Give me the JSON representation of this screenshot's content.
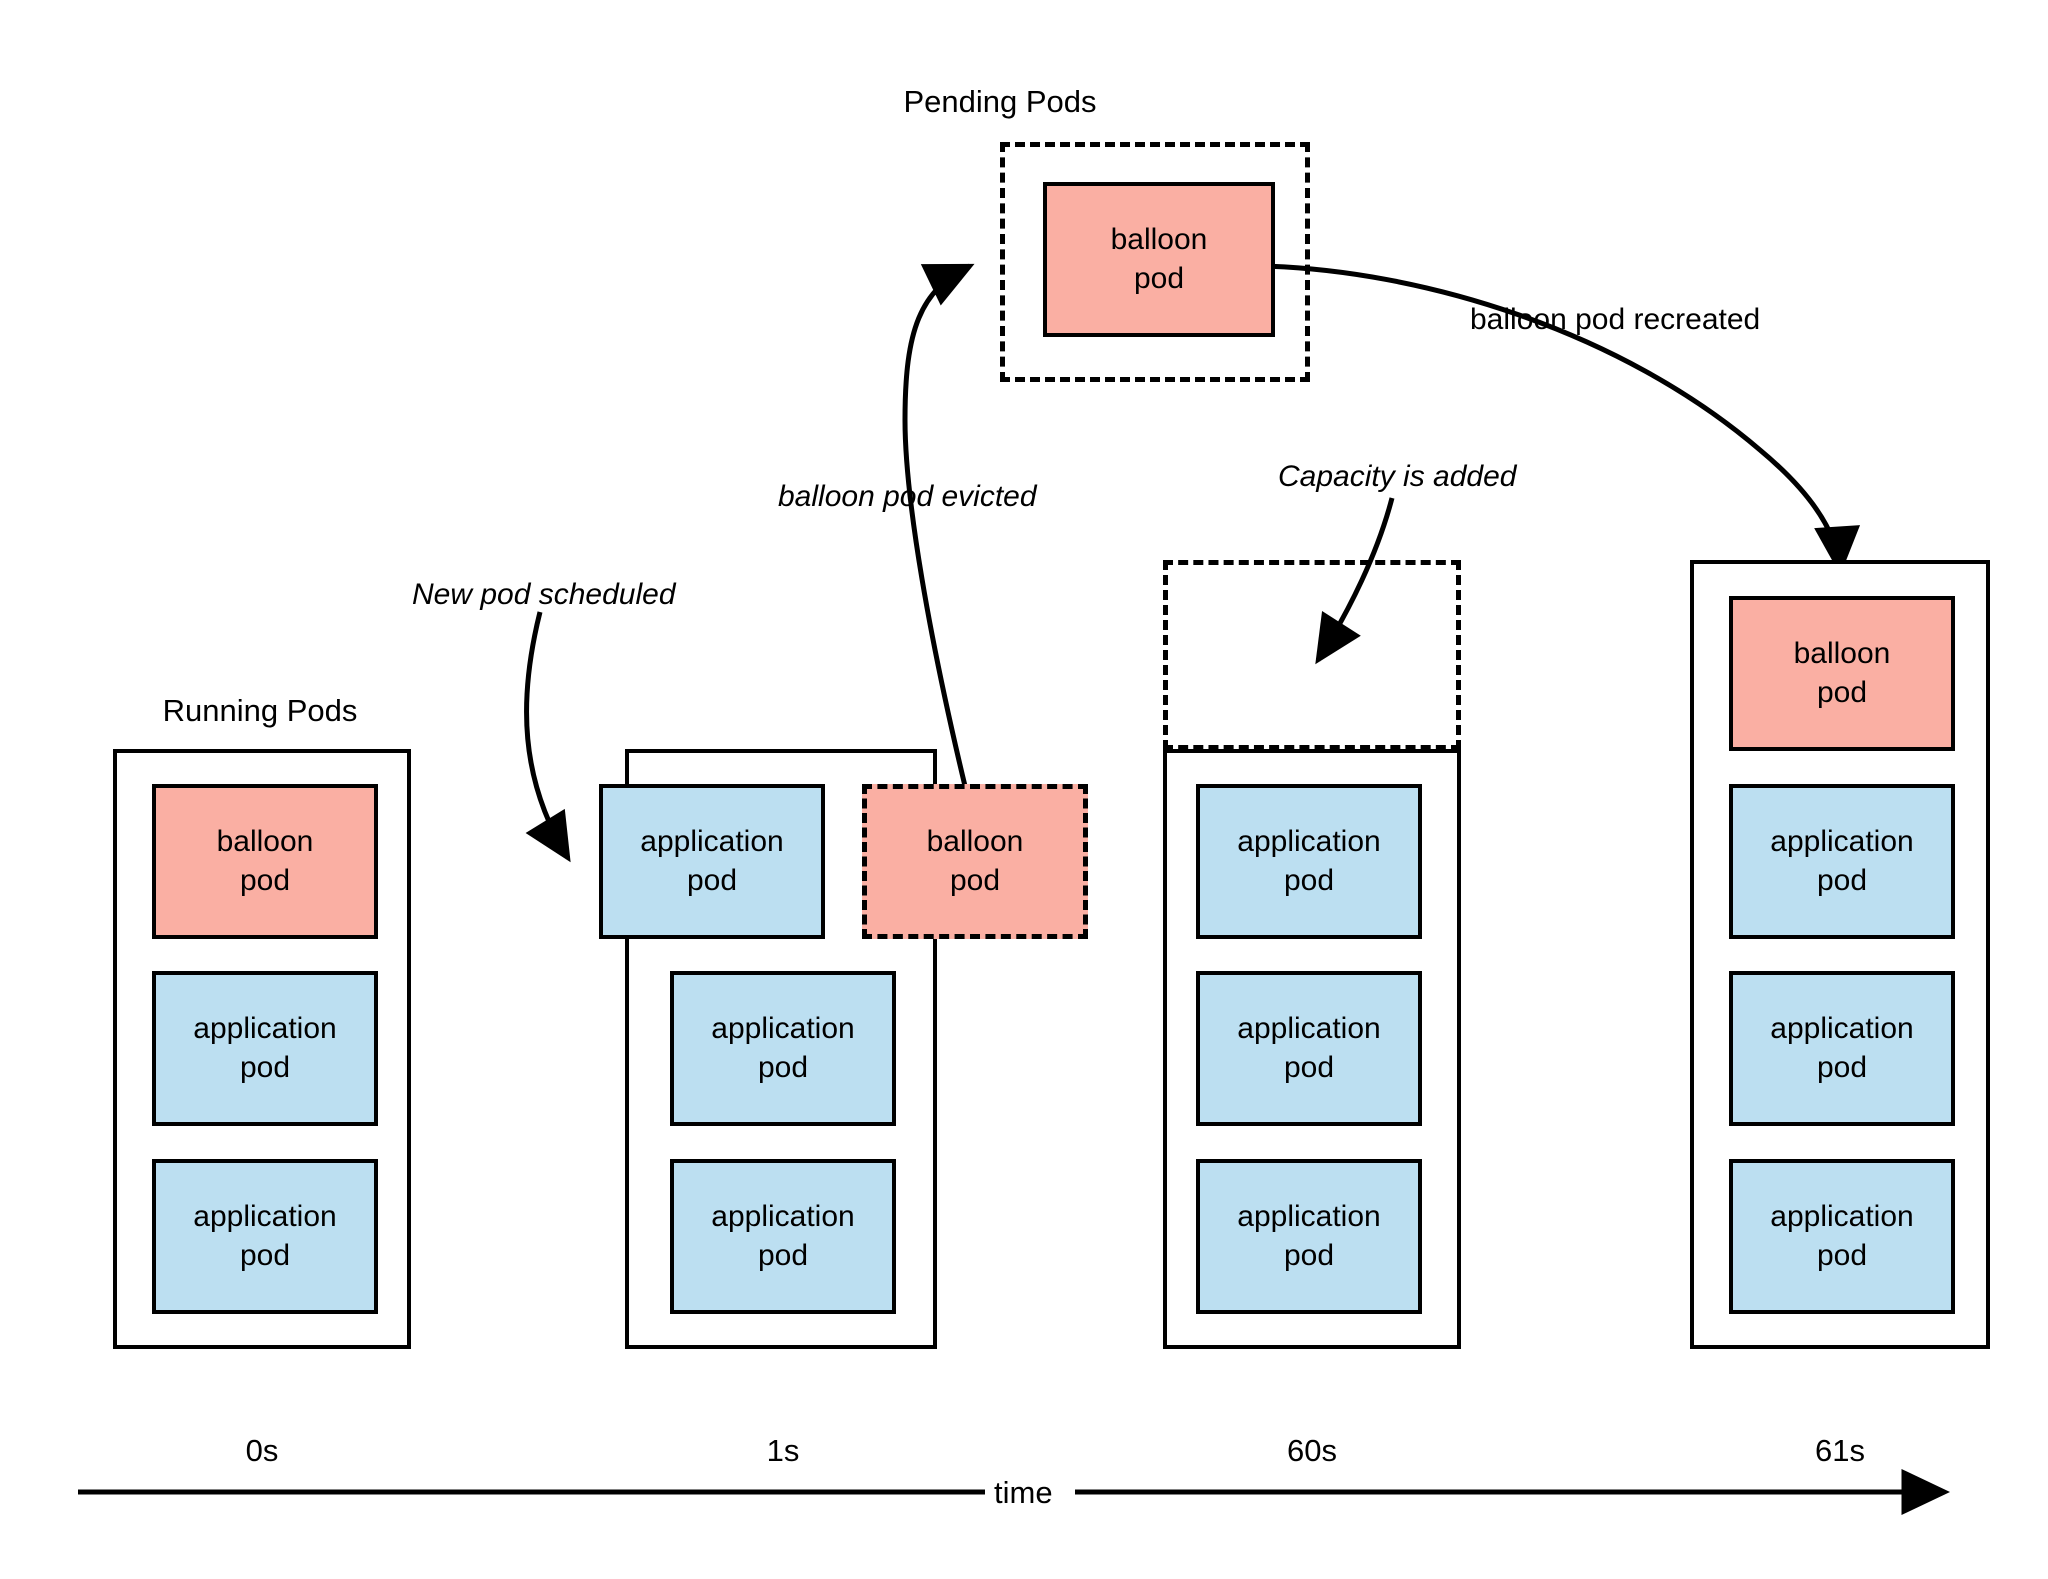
{
  "diagram": {
    "title": "Balloon pod lifecycle over time",
    "colors": {
      "balloon_pod_fill": "#FAAFA3",
      "application_pod_fill": "#BCDFF1",
      "stroke": "#000000",
      "background": "#FFFFFF"
    },
    "group_captions": {
      "pending_pods": "Pending Pods",
      "running_pods": "Running Pods"
    },
    "pod_labels": {
      "balloon_line1": "balloon",
      "balloon_line2": "pod",
      "application_line1": "application",
      "application_line2": "pod"
    },
    "annotations": [
      {
        "id": "new-pod-scheduled",
        "text": "New pod scheduled",
        "style": "italic"
      },
      {
        "id": "balloon-pod-evicted",
        "text": "balloon pod evicted",
        "style": "italic"
      },
      {
        "id": "capacity-is-added",
        "text": "Capacity is added",
        "style": "italic"
      },
      {
        "id": "balloon-pod-recreated",
        "text": "balloon pod recreated",
        "style": "regular"
      }
    ],
    "timeline": {
      "axis_label": "time",
      "ticks": [
        "0s",
        "1s",
        "60s",
        "61s"
      ]
    },
    "pending_group": {
      "caption": "Pending Pods",
      "pods": [
        {
          "type": "balloon",
          "line1": "balloon",
          "line2": "pod",
          "state": "pending"
        }
      ]
    },
    "columns": [
      {
        "id": "column-0s",
        "time": "0s",
        "caption": "Running Pods",
        "pods": [
          {
            "type": "balloon",
            "line1": "balloon",
            "line2": "pod",
            "state": "running"
          },
          {
            "type": "application",
            "line1": "application",
            "line2": "pod",
            "state": "running"
          },
          {
            "type": "application",
            "line1": "application",
            "line2": "pod",
            "state": "running"
          }
        ]
      },
      {
        "id": "column-1s",
        "time": "1s",
        "caption": "",
        "pods": [
          {
            "type": "application",
            "line1": "application",
            "line2": "pod",
            "state": "scheduled"
          },
          {
            "type": "balloon",
            "line1": "balloon",
            "line2": "pod",
            "state": "evicted"
          },
          {
            "type": "application",
            "line1": "application",
            "line2": "pod",
            "state": "running"
          },
          {
            "type": "application",
            "line1": "application",
            "line2": "pod",
            "state": "running"
          }
        ]
      },
      {
        "id": "column-60s",
        "time": "60s",
        "caption": "",
        "capacity_placeholder": true,
        "pods": [
          {
            "type": "application",
            "line1": "application",
            "line2": "pod",
            "state": "running"
          },
          {
            "type": "application",
            "line1": "application",
            "line2": "pod",
            "state": "running"
          },
          {
            "type": "application",
            "line1": "application",
            "line2": "pod",
            "state": "running"
          }
        ]
      },
      {
        "id": "column-61s",
        "time": "61s",
        "caption": "",
        "pods": [
          {
            "type": "balloon",
            "line1": "balloon",
            "line2": "pod",
            "state": "recreated"
          },
          {
            "type": "application",
            "line1": "application",
            "line2": "pod",
            "state": "running"
          },
          {
            "type": "application",
            "line1": "application",
            "line2": "pod",
            "state": "running"
          },
          {
            "type": "application",
            "line1": "application",
            "line2": "pod",
            "state": "running"
          }
        ]
      }
    ]
  }
}
